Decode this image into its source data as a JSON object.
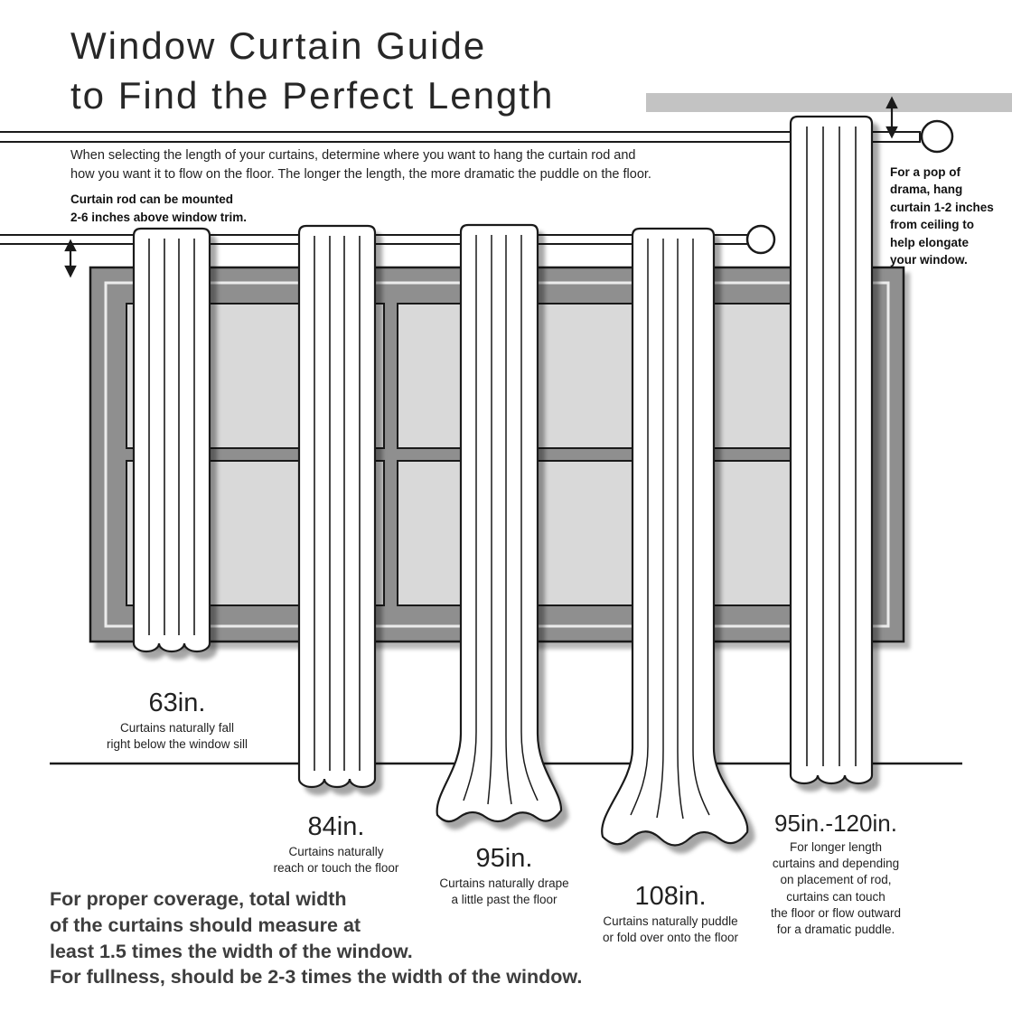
{
  "title": "Window Curtain Guide\nto Find the Perfect Length",
  "intro": "When selecting the length of your curtains, determine where you want to hang the curtain rod and\nhow you want it to flow on the floor. The longer the length, the more dramatic the puddle on the floor.",
  "rod_note": "Curtain rod can be mounted\n2-6 inches above window trim.",
  "drama_note": "For a pop of\ndrama, hang\ncurtain 1-2 inches\nfrom ceiling to\nhelp elongate\nyour window.",
  "curtains": [
    {
      "length": "63in.",
      "description": "Curtains naturally fall\nright below the window sill"
    },
    {
      "length": "84in.",
      "description": "Curtains naturally\nreach or touch the floor"
    },
    {
      "length": "95in.",
      "description": "Curtains naturally drape\na little past the floor"
    },
    {
      "length": "108in.",
      "description": "Curtains naturally puddle\nor fold over onto the floor"
    },
    {
      "length": "95in.-120in.",
      "description": "For longer length\ncurtains and depending\non placement of rod,\ncurtains can touch\nthe floor or flow outward\nfor a dramatic puddle."
    }
  ],
  "coverage_note": "For proper coverage, total width\nof the curtains should measure at\nleast 1.5 times the width of the window.\nFor fullness, should be 2-3 times the width of the window.",
  "icons": {
    "spacing_arrow": "↕"
  },
  "colors": {
    "frame_gray": "#8f8f8f",
    "pane_gray": "#d9d9d9",
    "trim_light": "#ececec",
    "ceiling_bar_gray": "#c3c3c3",
    "ink": "#1a1a1a"
  }
}
